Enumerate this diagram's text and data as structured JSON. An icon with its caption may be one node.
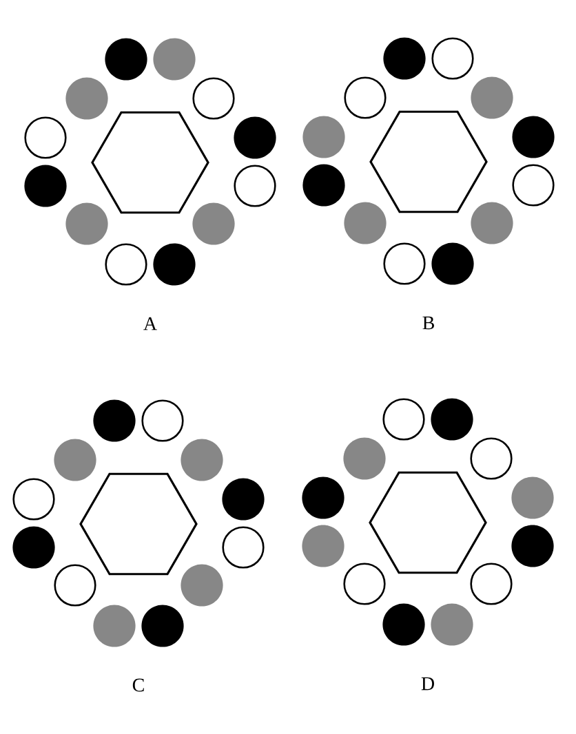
{
  "diagram": {
    "nodes": [
      {
        "text": [],
        "shape": "hexagon"
      },
      {
        "text": [],
        "shape": "hexagon"
      },
      {
        "text": [],
        "shape": "hexagon"
      },
      {
        "text": [],
        "shape": "hexagon"
      }
    ],
    "labels": [
      "A",
      "B",
      "C",
      "D"
    ]
  }
}
